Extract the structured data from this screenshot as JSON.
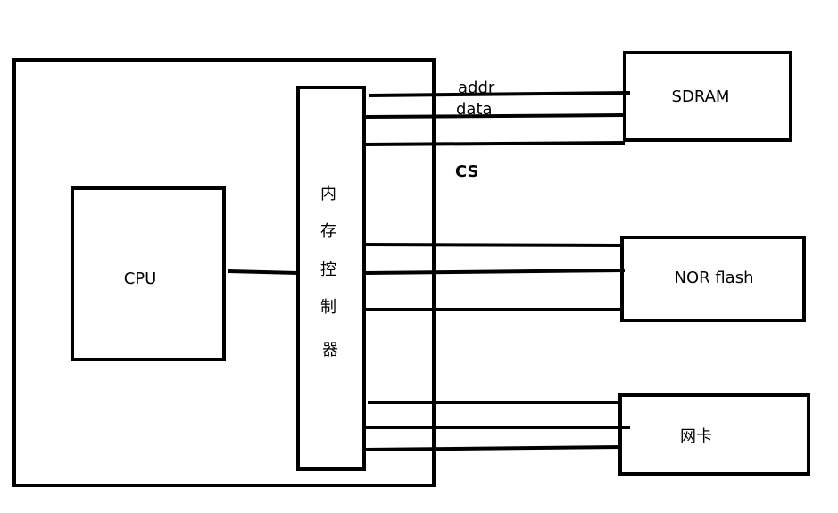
{
  "diagram": {
    "cpu": {
      "label": "CPU"
    },
    "memory_controller": {
      "label_chars": [
        "内",
        "存",
        "控",
        "制",
        "器"
      ]
    },
    "bus_signals": {
      "addr": "addr",
      "data": "data",
      "cs": "CS"
    },
    "devices": {
      "sdram": {
        "label": "SDRAM"
      },
      "nor_flash": {
        "label": "NOR flash"
      },
      "nic": {
        "label": "网卡"
      }
    },
    "colors": {
      "stroke": "#000000",
      "background": "#ffffff"
    }
  }
}
